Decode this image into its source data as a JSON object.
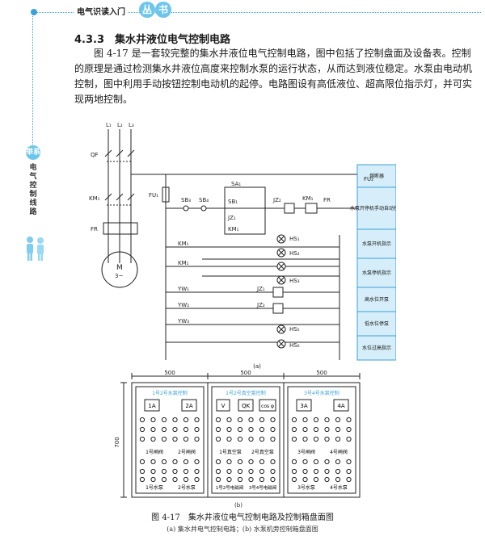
{
  "header": {
    "series_title": "电气识读入门",
    "badge_1": "丛",
    "badge_2": "书"
  },
  "sidebar": {
    "badge": "举系",
    "vertical_title": "电气控制线路"
  },
  "section": {
    "title": "4.3.3　集水井液位电气控制电路",
    "body": "图 4-17 是一套较完整的集水井液位电气控制电路，图中包括了控制盘面及设备表。控制的原理是通过检测集水井液位高度来控制水泵的运行状态，从而达到液位稳定。水泵由电动机控制，图中利用手动按钮控制电动机的起停。电路图设有高低液位、超高限位指示灯，并可实现两地控制。"
  },
  "figure_a": {
    "phase_labels": [
      "L₁",
      "L₂",
      "L₃"
    ],
    "qf": "QF",
    "km1_main": "KM₁",
    "fr_main": "FR",
    "motor_m": "M",
    "motor_type": "3~",
    "fu1": "FU₁",
    "fu2": "FU₂",
    "sb3": "SB₃",
    "sb4": "SB₄",
    "sa1": "SA₁",
    "sb1": "SB₁",
    "jz1": "JZ₁",
    "jz2": "JZ₂",
    "km1_coil": "KM₁",
    "km1_aux": "KM₁",
    "fr_ctrl": "FR",
    "km1_r1": "KM₁",
    "km1_r2": "KM₁",
    "hs1": "HS₁",
    "hs2": "HS₂",
    "hs3": "HS₃",
    "yw1": "YW₁",
    "yw2": "YW₂",
    "yw3": "YW₃",
    "jz1b": "JZ₁",
    "jz2b": "JZ₂",
    "hs5": "HS₅",
    "hs6": "HS₆",
    "legend": [
      "熔断器",
      "水泵开停机手动自动控制",
      "水泵开机指示",
      "水泵停机指示",
      "高水位开泵",
      "低水位停泵",
      "水位过高指示"
    ],
    "label": "(a)"
  },
  "figure_b": {
    "dim_500_1": "500",
    "dim_500_2": "500",
    "dim_500_3": "500",
    "dim_700": "700",
    "panels": [
      {
        "title": "1号2号水泵控制",
        "meters": [
          "1A",
          "2A"
        ],
        "labels_mid": [
          "1号闸阀",
          "2号闸阀"
        ],
        "labels_bot": [
          "1号水泵",
          "2号水泵"
        ]
      },
      {
        "title": "1号2号真空泵控制",
        "meters": [
          "V",
          "QK",
          "cos φ"
        ],
        "labels_mid": [
          "1号真空泵",
          "2号真空泵"
        ],
        "labels_bot": [
          "1号2号电磁阀",
          "3号4号电磁阀"
        ]
      },
      {
        "title": "3号4号水泵控制",
        "meters": [
          "3A",
          "4A"
        ],
        "labels_mid": [
          "3号闸阀",
          "4号闸阀"
        ],
        "labels_bot": [
          "3号水泵",
          "4号水泵"
        ]
      }
    ],
    "label": "(b)"
  },
  "caption": "图 4-17　集水井液位电气控制电路及控制箱盘面图",
  "subcaption": "(a) 集水井电气控制电路；(b) 水泵机旁控制箱盘面图",
  "colors": {
    "accent": "#3aa0d8",
    "legend_bg": "#d6eef9"
  }
}
